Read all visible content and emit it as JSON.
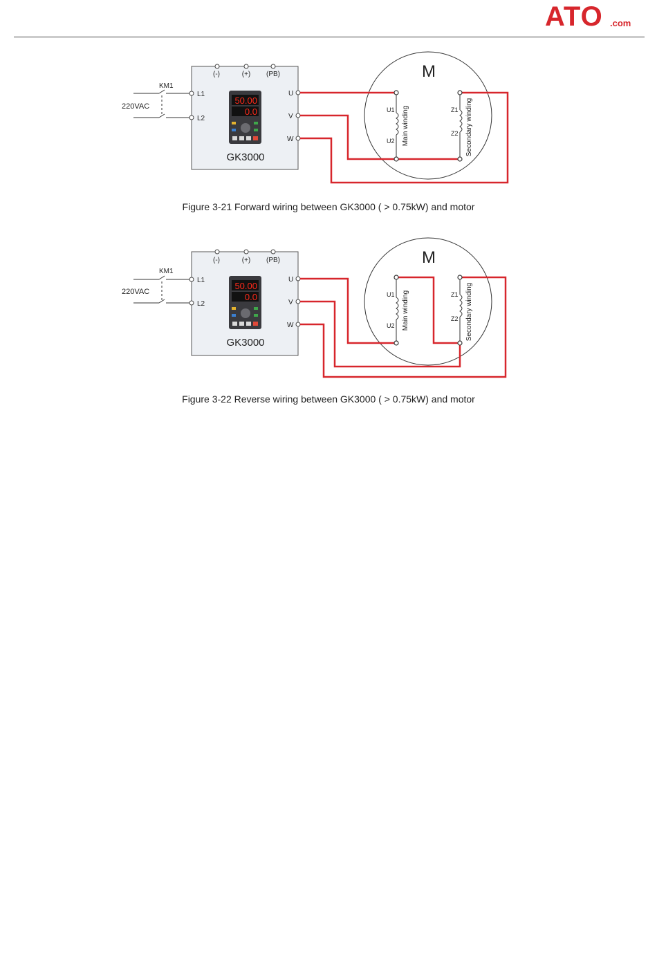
{
  "header": {
    "logo_main": "ATO",
    "logo_suffix": ".com"
  },
  "colors": {
    "wire": "#d7262c",
    "brand": "#d7262c",
    "line": "#333333",
    "drive_fill": "#edf0f4",
    "display_digit": "#ff2a1a"
  },
  "figures": [
    {
      "caption": "Figure 3-21  Forward wiring between GK3000 ( > 0.75kW) and motor",
      "supply_label": "220VAC",
      "contactor_label": "KM1",
      "input_terminals": [
        "L1",
        "L2"
      ],
      "dc_terminals": [
        "(-)",
        "(+)",
        "(PB)"
      ],
      "output_terminals": [
        "U",
        "V",
        "W"
      ],
      "drive_model": "GK3000",
      "display": {
        "top": "50.00",
        "bottom": "0.0"
      },
      "motor_label": "M",
      "main_winding": {
        "name": "Main winding",
        "ends": [
          "U1",
          "U2"
        ]
      },
      "secondary_winding": {
        "name": "Secondary winding",
        "ends": [
          "Z1",
          "Z2"
        ]
      }
    },
    {
      "caption": "Figure 3-22  Reverse wiring between GK3000 ( > 0.75kW) and motor",
      "supply_label": "220VAC",
      "contactor_label": "KM1",
      "input_terminals": [
        "L1",
        "L2"
      ],
      "dc_terminals": [
        "(-)",
        "(+)",
        "(PB)"
      ],
      "output_terminals": [
        "U",
        "V",
        "W"
      ],
      "drive_model": "GK3000",
      "display": {
        "top": "50.00",
        "bottom": "0.0"
      },
      "motor_label": "M",
      "main_winding": {
        "name": "Main winding",
        "ends": [
          "U1",
          "U2"
        ]
      },
      "secondary_winding": {
        "name": "Secondary winding",
        "ends": [
          "Z1",
          "Z2"
        ]
      }
    }
  ]
}
